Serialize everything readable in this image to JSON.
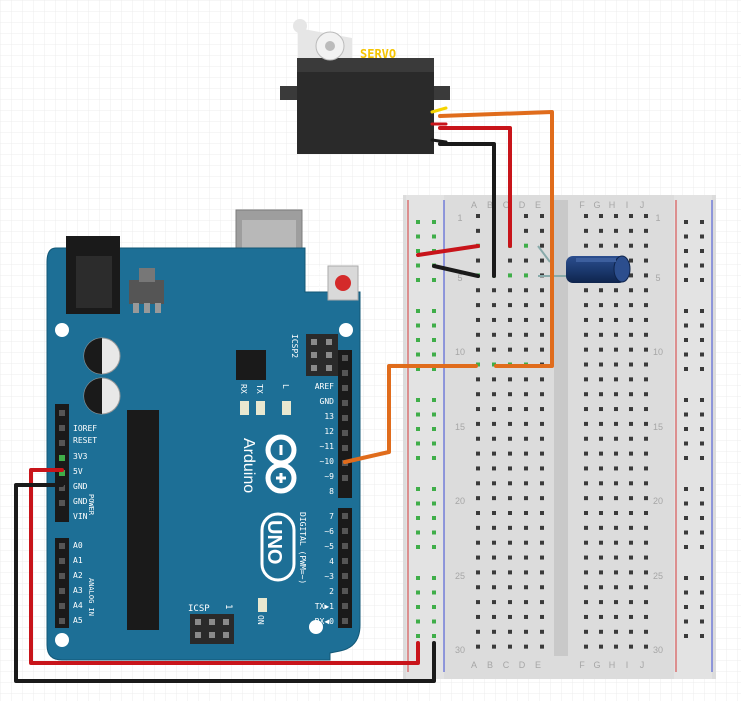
{
  "servo": {
    "label": "SERVO"
  },
  "arduino": {
    "brand": "Arduino",
    "model": "UNO",
    "reset_label": "RESET",
    "icsp2_label": "ICSP2",
    "icsp_label": "ICSP",
    "icsp_pin1": "1",
    "on_label": "ON",
    "led_labels": [
      "RX",
      "TX",
      "L"
    ],
    "digital_header_label": "DIGITAL (PWM=~)",
    "power_header_label": "POWER",
    "analog_header_label": "ANALOG IN",
    "top_digital_pins": [
      "AREF",
      "GND",
      "13",
      "12",
      "~11",
      "~10",
      "~9",
      "8"
    ],
    "bottom_digital_pins": [
      "7",
      "~6",
      "~5",
      "4",
      "~3",
      "2",
      "TX▶1",
      "RX◀0"
    ],
    "power_pins": [
      "IOREF",
      "RESET",
      "3V3",
      "5V",
      "GND",
      "GND",
      "VIN"
    ],
    "analog_pins": [
      "A0",
      "A1",
      "A2",
      "A3",
      "A4",
      "A5"
    ]
  },
  "breadboard": {
    "columns_left": [
      "A",
      "B",
      "C",
      "D",
      "E"
    ],
    "columns_right": [
      "F",
      "G",
      "H",
      "I",
      "J"
    ],
    "row_numbers": [
      "1",
      "5",
      "10",
      "15",
      "20",
      "25",
      "30"
    ]
  },
  "wire_colors": {
    "red": "#c8141a",
    "black": "#1a1a1a",
    "orange": "#e06c1c"
  },
  "board_color": "#1d6f96",
  "capacitor_color": "#1c3a70"
}
